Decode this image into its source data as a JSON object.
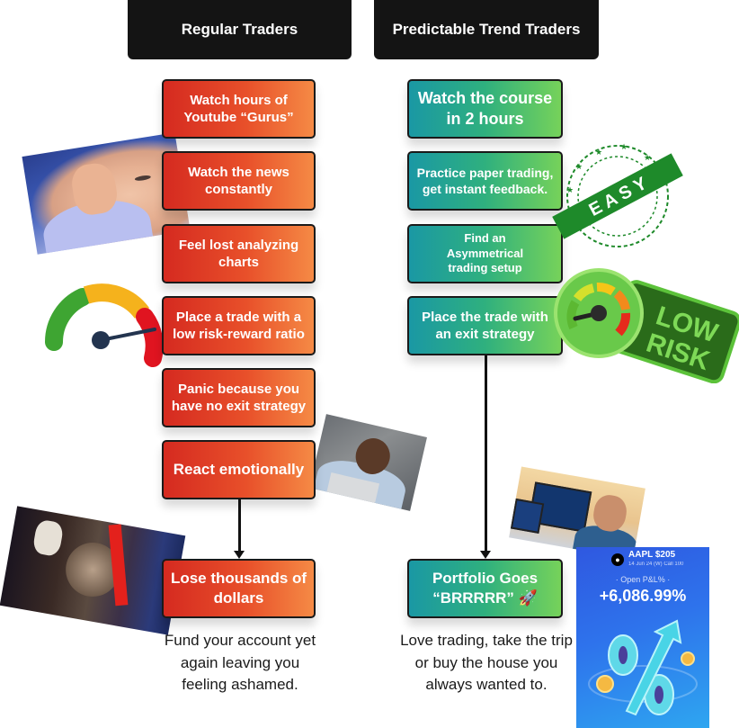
{
  "headers": {
    "left": "Regular Traders",
    "right": "Predictable Trend Traders"
  },
  "regular_traders": {
    "steps": [
      "Watch hours of Youtube “Gurus”",
      "Watch the news constantly",
      "Feel lost analyzing charts",
      "Place a trade with a low risk-reward ratio",
      "Panic because you have no exit strategy",
      "React emotionally",
      "Lose thousands of dollars"
    ],
    "outcome": "Fund your account yet again leaving you feeling ashamed.",
    "accent_colors": [
      "#d52a20",
      "#f58a45"
    ]
  },
  "trend_traders": {
    "steps": [
      "Watch the course in 2 hours",
      "Practice paper trading, get instant feedback.",
      "Find an Asymmetrical trading setup",
      "Place the trade with an exit strategy",
      "Portfolio Goes “BRRRRR” 🚀"
    ],
    "outcome": "Love trading, take the trip or buy the house you always wanted to.",
    "accent_colors": [
      "#1a98a4",
      "#76d25a"
    ]
  },
  "stickers": {
    "easy_stamp": "E A S Y",
    "low_risk_line1": "LOW",
    "low_risk_line2": "RISK"
  },
  "pnl_card": {
    "ticker": "AAPL $205",
    "contract": "14 Jun 24 (W) Call 100",
    "label": "· Open P&L% ·",
    "value": "+6,086.99%",
    "icon": "apple-icon"
  }
}
